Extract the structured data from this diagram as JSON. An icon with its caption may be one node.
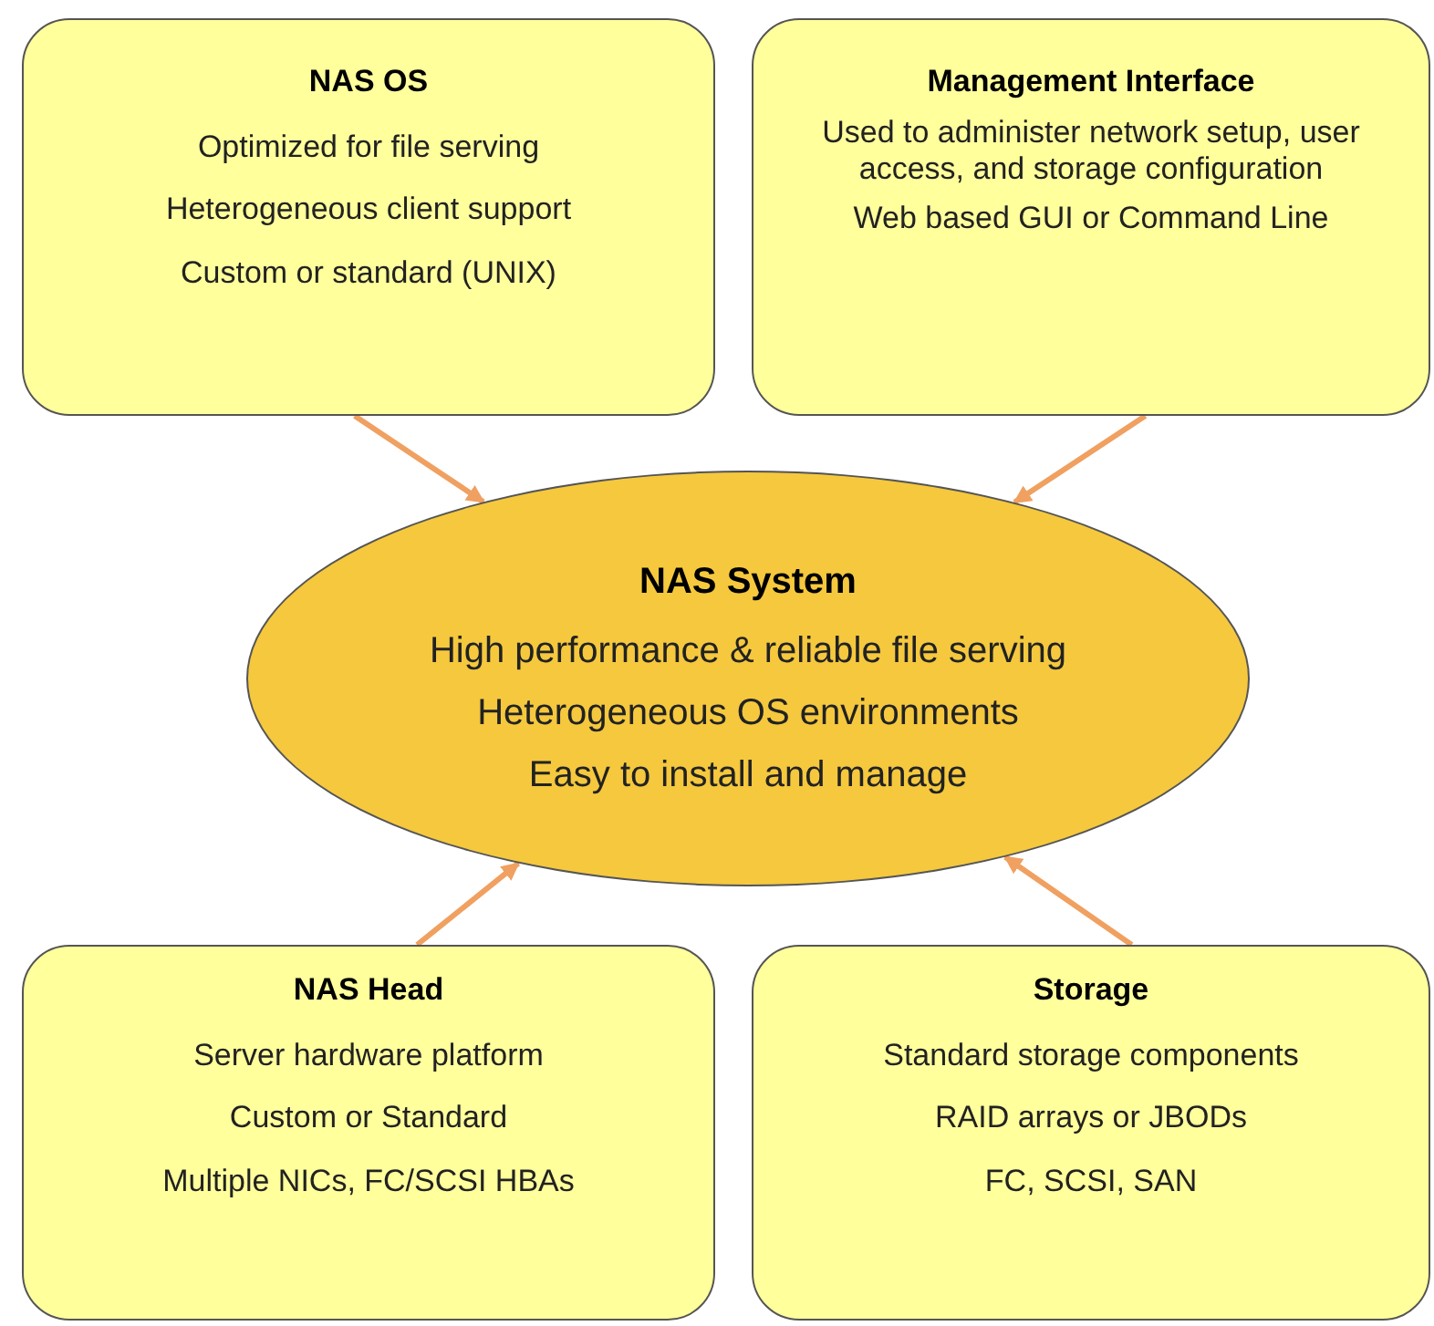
{
  "diagram": {
    "nodes": [
      {
        "text": [
          "NAS OS",
          "Optimized for file serving",
          "Heterogeneous client support",
          "Custom or standard (UNIX)"
        ]
      },
      {
        "text": [
          "Management Interface",
          "Used to administer network setup, user access, and storage configuration",
          "Web based GUI or Command Line"
        ]
      },
      {
        "text": [
          "NAS System",
          "High performance & reliable file serving",
          "Heterogeneous OS environments",
          "Easy to install and manage"
        ]
      },
      {
        "text": [
          "NAS Head",
          "Server hardware platform",
          "Custom or Standard",
          "Multiple NICs, FC/SCSI HBAs"
        ]
      },
      {
        "text": [
          "Storage",
          "Standard storage components",
          "RAID arrays or JBODs",
          "FC, SCSI, SAN"
        ]
      }
    ],
    "edges": [
      {
        "from": 0,
        "to": 2,
        "arrow": "to"
      },
      {
        "from": 1,
        "to": 2,
        "arrow": "to"
      },
      {
        "from": 3,
        "to": 2,
        "arrow": "to"
      },
      {
        "from": 4,
        "to": 2,
        "arrow": "to"
      }
    ]
  }
}
